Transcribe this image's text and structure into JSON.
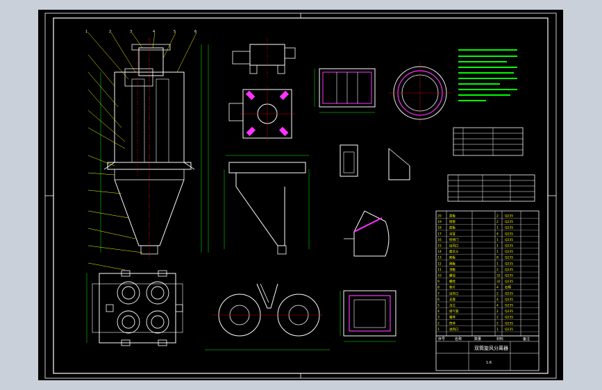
{
  "title_block": {
    "drawing_name": "双筒旋风分离器",
    "scale": "1:6",
    "headers": [
      "序号",
      "名称",
      "数量",
      "材料",
      "备注"
    ]
  },
  "colors": {
    "background": "#000000",
    "outline": "#ffffff",
    "text": "#00ff00",
    "bom_text": "#ffff00",
    "hatch": "#ff33ff",
    "center_line": "#ff0000",
    "frame_bg": "#c9d0d9"
  },
  "bom_rows": [
    {
      "no": "1",
      "name": "进风口",
      "qty": "1",
      "mat": "Q235"
    },
    {
      "no": "2",
      "name": "筒体",
      "qty": "2",
      "mat": "Q235"
    },
    {
      "no": "3",
      "name": "锥体",
      "qty": "2",
      "mat": "Q235"
    },
    {
      "no": "4",
      "name": "排气管",
      "qty": "2",
      "mat": "Q235"
    },
    {
      "no": "5",
      "name": "法兰",
      "qty": "4",
      "mat": "Q235"
    },
    {
      "no": "6",
      "name": "支座",
      "qty": "4",
      "mat": "Q235"
    },
    {
      "no": "7",
      "name": "出灰口",
      "qty": "2",
      "mat": "Q235"
    },
    {
      "no": "8",
      "name": "垫片",
      "qty": "4",
      "mat": "石棉"
    },
    {
      "no": "9",
      "name": "螺栓",
      "qty": "32",
      "mat": "Q235"
    },
    {
      "no": "10",
      "name": "螺母",
      "qty": "32",
      "mat": "Q235"
    },
    {
      "no": "11",
      "name": "顶板",
      "qty": "2",
      "mat": "Q235"
    },
    {
      "no": "12",
      "name": "隔板",
      "qty": "1",
      "mat": "Q235"
    },
    {
      "no": "13",
      "name": "筋板",
      "qty": "8",
      "mat": "Q235"
    },
    {
      "no": "14",
      "name": "集灰斗",
      "qty": "1",
      "mat": "Q235"
    },
    {
      "no": "15",
      "name": "出风口",
      "qty": "1",
      "mat": "Q235"
    },
    {
      "no": "16",
      "name": "检修门",
      "qty": "1",
      "mat": "Q235"
    },
    {
      "no": "17",
      "name": "吊耳",
      "qty": "4",
      "mat": "Q235"
    },
    {
      "no": "18",
      "name": "底板",
      "qty": "1",
      "mat": "Q235"
    },
    {
      "no": "19",
      "name": "接管",
      "qty": "2",
      "mat": "Q235"
    },
    {
      "no": "20",
      "name": "盖板",
      "qty": "2",
      "mat": "Q235"
    }
  ]
}
